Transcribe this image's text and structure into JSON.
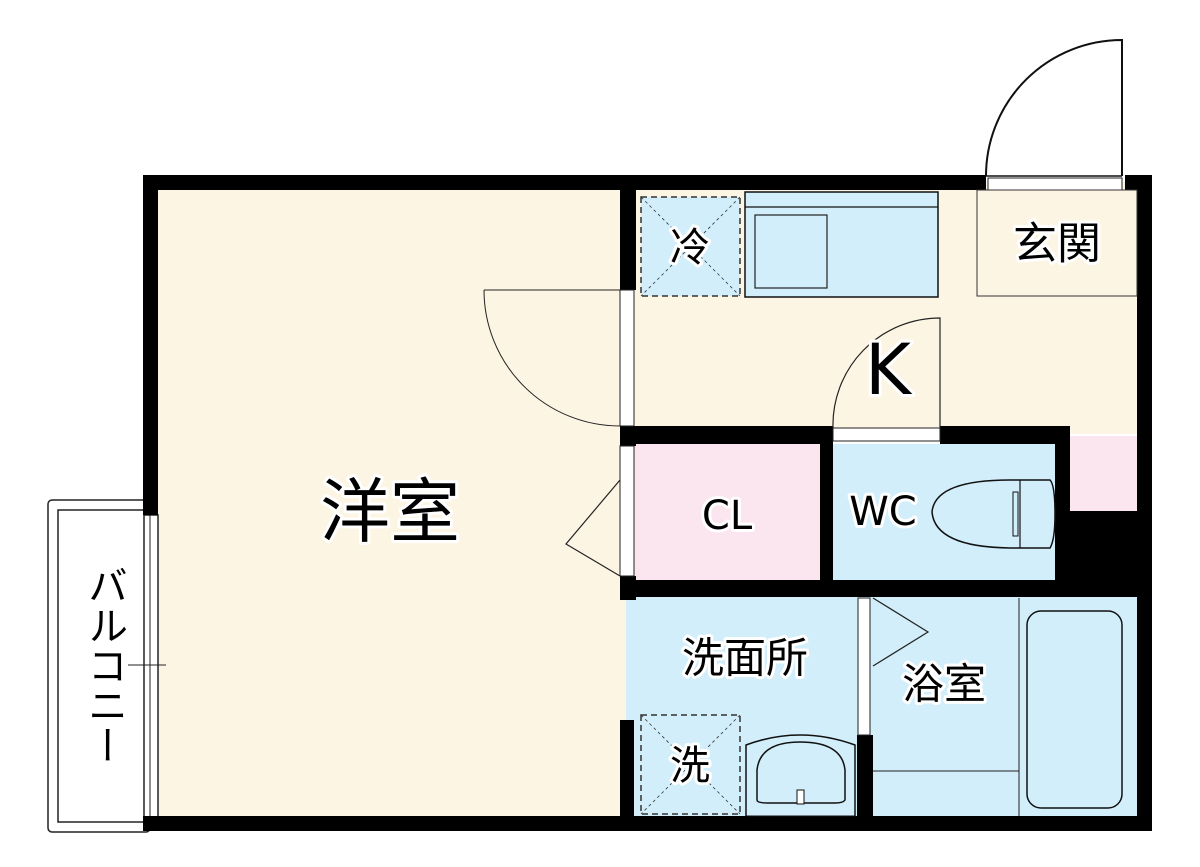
{
  "floorplan": {
    "colors": {
      "wall": "#000000",
      "room_beige": "#fdf5e4",
      "room_blue": "#d2eefa",
      "room_pink": "#fbe6ef",
      "door_opening": "#ffffff",
      "line": "#222222"
    },
    "rooms": {
      "western_room": "洋室",
      "kitchen": "K",
      "entrance": "玄関",
      "closet": "CL",
      "toilet": "WC",
      "washroom": "洗面所",
      "bathroom": "浴室",
      "balcony": "バルコニー"
    },
    "fixtures": {
      "refrigerator": "冷",
      "washing_machine": "洗"
    }
  }
}
